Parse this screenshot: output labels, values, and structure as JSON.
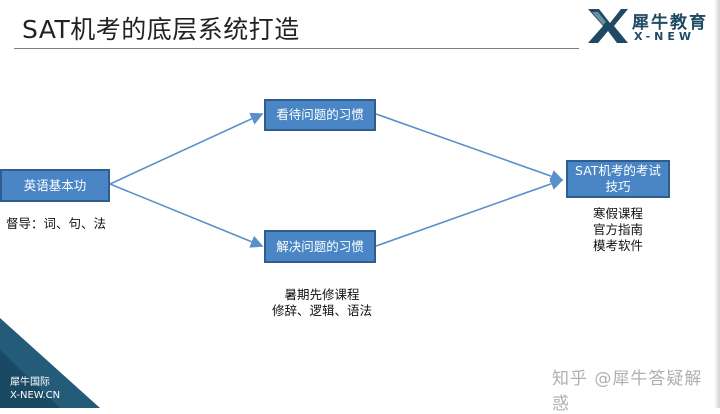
{
  "header": {
    "title": "SAT机考的底层系统打造",
    "logo_cn": "犀牛教育",
    "logo_en": "X-NEW"
  },
  "diagram": {
    "nodes": {
      "basics": "英语基本功",
      "view_habit": "看待问题的习惯",
      "solve_habit": "解决问题的习惯",
      "skills": "SAT机考的考试\n技巧"
    },
    "notes": {
      "supervise": "督导：词、句、法",
      "summer": "暑期先修课程\n修辞、逻辑、语法",
      "winter": "寒假课程\n官方指南\n模考软件"
    },
    "colors": {
      "node_fill": "#4a86c5",
      "node_border": "#2e5d8e",
      "connector": "#5b8fc9",
      "corner": "#245b78"
    }
  },
  "footer": {
    "corner_cn": "犀牛国际",
    "corner_en": "X-NEW.CN",
    "watermark": "知乎 @犀牛答疑解惑"
  }
}
